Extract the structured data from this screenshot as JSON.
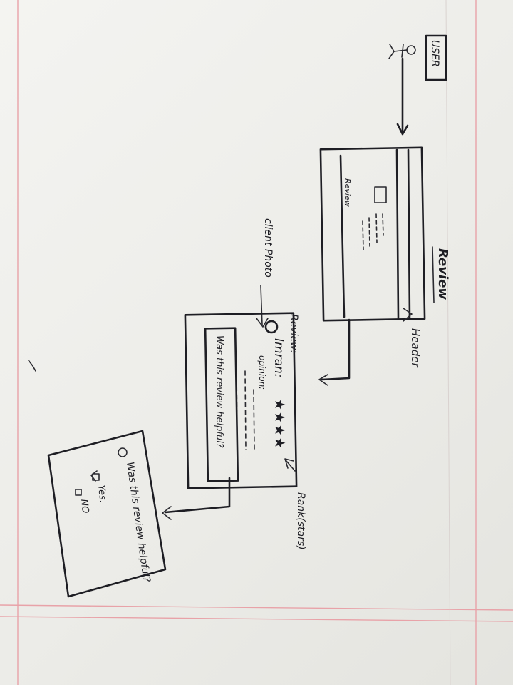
{
  "diagram": {
    "title": "Review",
    "actor": {
      "label": "USER"
    },
    "page_mockup": {
      "header_label": "Header",
      "review_label": "Review"
    },
    "review_card": {
      "heading": "Review:",
      "client_photo_label": "client Photo",
      "user_name": "Imran:",
      "stars": "★★★★",
      "opinion_label": "opinion:",
      "helpful_button": "Was this review helpful?",
      "rank_label": "Rank(stars)"
    },
    "helpful_dialog": {
      "question": "Was this review helpful?",
      "options": [
        {
          "label": "Yes.",
          "checked": true
        },
        {
          "label": "NO",
          "checked": false
        }
      ]
    }
  }
}
